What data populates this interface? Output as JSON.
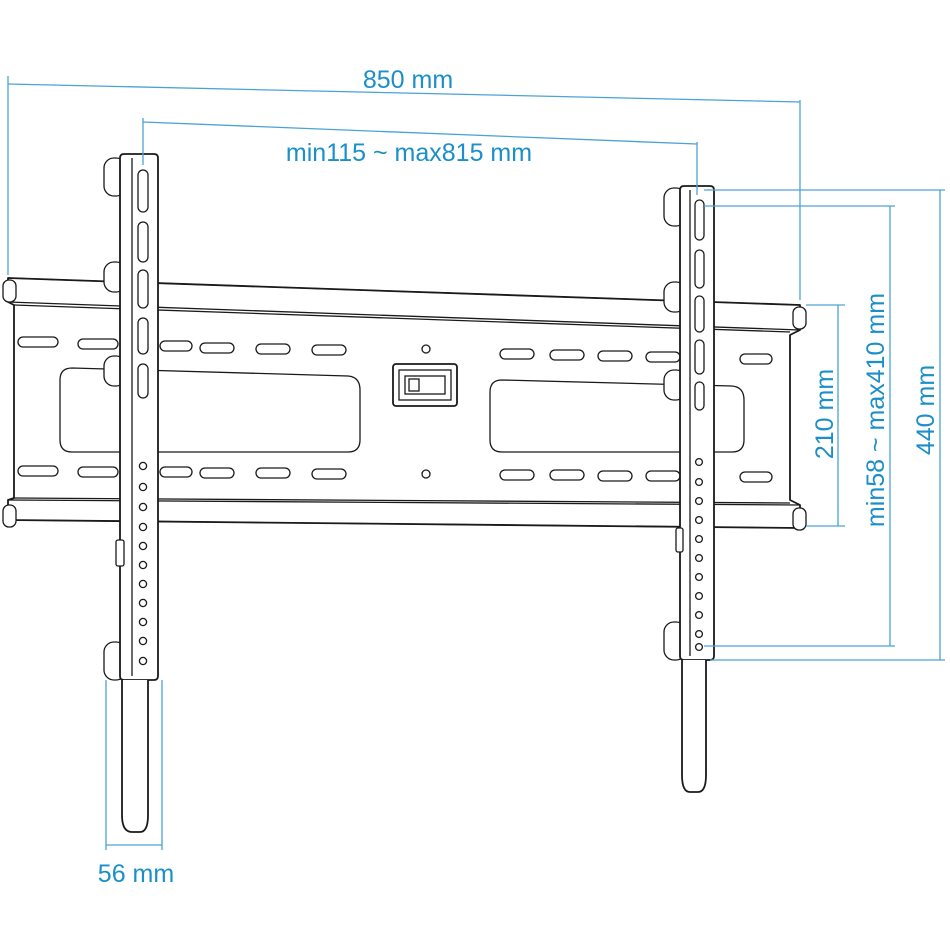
{
  "dimensions": {
    "overall_width": "850 mm",
    "hole_spacing_horizontal": "min115 ~ max815 mm",
    "rail_height": "210 mm",
    "hole_spacing_vertical": "min58 ~ max410 mm",
    "overall_height": "440 mm",
    "depth": "56 mm"
  },
  "colors": {
    "dimension": "#1b8fc9",
    "line_art": "#1a1a1a",
    "background": "#ffffff"
  }
}
